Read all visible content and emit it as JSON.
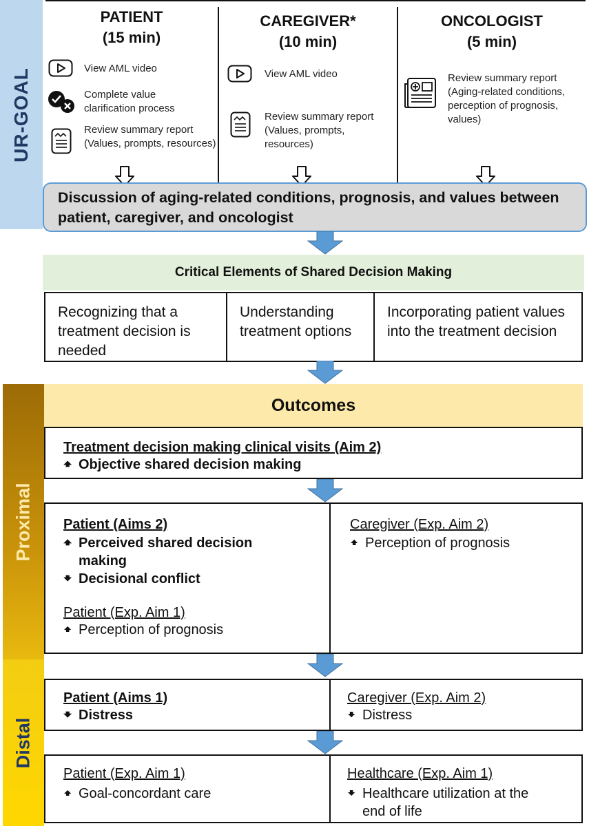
{
  "side_labels": {
    "ur_goal": "UR-GOAL",
    "proximal": "Proximal",
    "distal": "Distal"
  },
  "columns": [
    {
      "title": "PATIENT",
      "time": "(15 min)",
      "items": [
        {
          "icon": "video-play-icon",
          "text": "View AML video"
        },
        {
          "icon": "value-clarification-icon",
          "text": "Complete value clarification process"
        },
        {
          "icon": "report-document-icon",
          "text": "Review summary report (Values, prompts, resources)"
        }
      ]
    },
    {
      "title": "CAREGIVER*",
      "time": "(10 min)",
      "items": [
        {
          "icon": "video-play-icon",
          "text": "View AML video"
        },
        {
          "icon": "report-document-icon",
          "text": "Review summary report (Values, prompts, resources)"
        }
      ]
    },
    {
      "title": "ONCOLOGIST",
      "time": "(5 min)",
      "items": [
        {
          "icon": "newspaper-report-icon",
          "text": "Review summary report (Aging-related conditions, perception of prognosis, values)"
        }
      ]
    }
  ],
  "discussion_box": "Discussion of aging-related conditions, prognosis, and values between patient, caregiver, and oncologist",
  "sdm": {
    "title": "Critical Elements of Shared Decision Making",
    "elements": [
      "Recognizing that a treatment decision is needed",
      "Understanding treatment options",
      "Incorporating patient values into the treatment decision"
    ]
  },
  "outcomes_title": "Outcomes",
  "proximal_visits": {
    "heading": "Treatment decision making clinical visits (Aim 2)",
    "lines": [
      {
        "dir": "up",
        "text": "Objective shared decision making"
      }
    ]
  },
  "proximal_patient": {
    "heading1": "Patient (Aims 2)",
    "lines1": [
      {
        "dir": "up",
        "text": "Perceived shared decision making"
      },
      {
        "dir": "down",
        "text": "Decisional conflict"
      }
    ],
    "heading2": "Patient (Exp. Aim 1)",
    "lines2": [
      {
        "dir": "up",
        "text": "Perception of prognosis"
      }
    ]
  },
  "proximal_caregiver": {
    "heading": "Caregiver (Exp. Aim 2)",
    "lines": [
      {
        "dir": "up",
        "text": "Perception of prognosis"
      }
    ]
  },
  "distal_patient": {
    "heading": "Patient (Aims 1)",
    "lines": [
      {
        "dir": "down",
        "text": "Distress"
      }
    ]
  },
  "distal_caregiver": {
    "heading": "Caregiver (Exp. Aim 2)",
    "lines": [
      {
        "dir": "down",
        "text": "Distress"
      }
    ]
  },
  "distal_patient2": {
    "heading": "Patient (Exp. Aim 1)",
    "lines": [
      {
        "dir": "up",
        "text": "Goal-concordant care"
      }
    ]
  },
  "distal_healthcare": {
    "heading": "Healthcare (Exp. Aim 1)",
    "lines": [
      {
        "dir": "down",
        "text": "Healthcare utilization at the end of life"
      }
    ]
  },
  "colors": {
    "ur_goal_band": "#bdd7ee",
    "sdm_band": "#e2efda",
    "outcomes_band": "#fde9a9",
    "proximal_band": "#b8860b",
    "distal_band": "#ffd700",
    "arrow_blue": "#5b9bd5",
    "discussion_fill": "#d9d9d9"
  }
}
